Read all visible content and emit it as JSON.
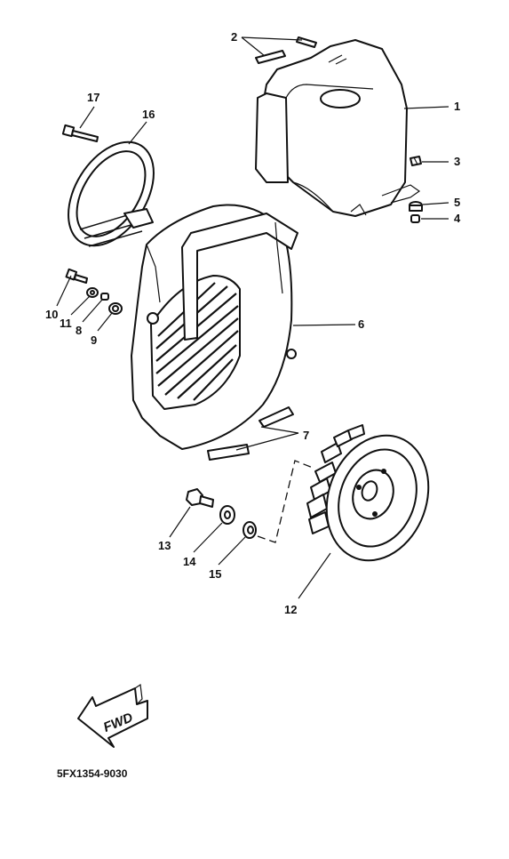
{
  "diagram": {
    "callouts": {
      "p1": "1",
      "p2": "2",
      "p3": "3",
      "p4": "4",
      "p5": "5",
      "p6": "6",
      "p7": "7",
      "p8": "8",
      "p9": "9",
      "p10": "10",
      "p11": "11",
      "p12": "12",
      "p13": "13",
      "p14": "14",
      "p15": "15",
      "p16": "16",
      "p17": "17"
    },
    "forward_arrow_label": "FWD",
    "drawing_code": "5FX1354-9030",
    "colors": {
      "ink": "#111111",
      "paper": "#ffffff"
    }
  }
}
